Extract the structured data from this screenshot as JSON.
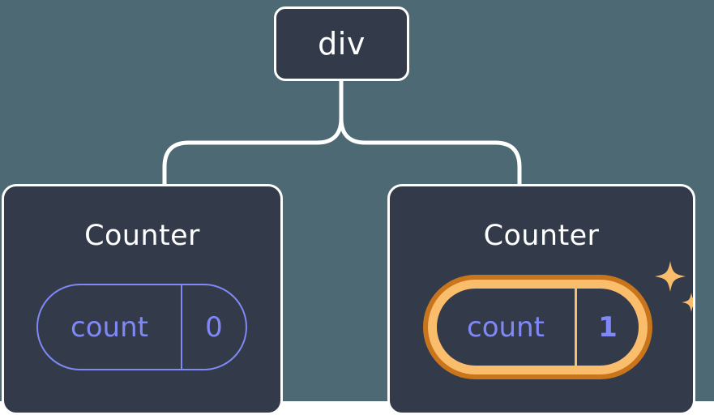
{
  "diagram": {
    "type": "component-tree",
    "background_color": "#4D6A74",
    "node_fill_color": "#333B4A",
    "node_border_color": "#FDFDFD",
    "accent_state_color": "#8088F7",
    "highlight_outer_color": "#C9751B",
    "highlight_inner_color": "#FABD6B",
    "root": {
      "label": "div"
    },
    "children": [
      {
        "title": "Counter",
        "state": {
          "key": "count",
          "value": "0"
        },
        "highlighted": false,
        "sparkle": false
      },
      {
        "title": "Counter",
        "state": {
          "key": "count",
          "value": "1"
        },
        "highlighted": true,
        "sparkle": true,
        "sparkle_icon": "sparkle-star-icon"
      }
    ],
    "edges": [
      {
        "from": "div",
        "to": "Counter (left)"
      },
      {
        "from": "div",
        "to": "Counter (right)"
      }
    ]
  }
}
